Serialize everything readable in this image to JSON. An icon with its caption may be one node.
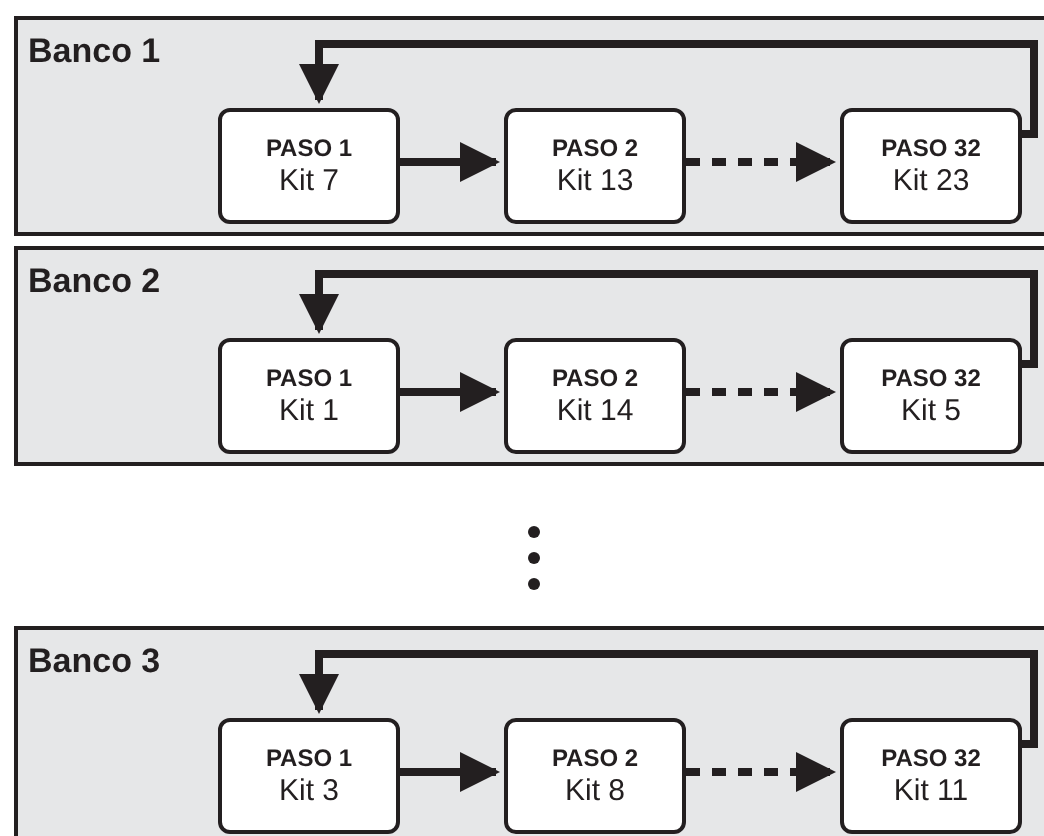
{
  "diagram": {
    "nodes": [
      {
        "text": [
          "Banco 1"
        ]
      },
      {
        "text": [
          "PASO 1",
          "Kit 7"
        ],
        "in": 0
      },
      {
        "text": [
          "PASO 2",
          "Kit 13"
        ],
        "in": 0
      },
      {
        "text": [
          "PASO 32",
          "Kit 23"
        ],
        "in": 0
      },
      {
        "text": [
          "Banco 2"
        ]
      },
      {
        "text": [
          "PASO 1",
          "Kit 1"
        ],
        "in": 4
      },
      {
        "text": [
          "PASO 2",
          "Kit 14"
        ],
        "in": 4
      },
      {
        "text": [
          "PASO 32",
          "Kit 5"
        ],
        "in": 4
      },
      {
        "text": [
          "Banco 3"
        ]
      },
      {
        "text": [
          "PASO 1",
          "Kit 3"
        ],
        "in": 8
      },
      {
        "text": [
          "PASO 2",
          "Kit 8"
        ],
        "in": 8
      },
      {
        "text": [
          "PASO 32",
          "Kit 11"
        ],
        "in": 8
      }
    ],
    "edges": [
      {
        "from": 1,
        "to": 2,
        "arrow": "to"
      },
      {
        "from": 2,
        "to": 3,
        "arrow": "to",
        "style": "dashed"
      },
      {
        "from": 3,
        "to": 1,
        "arrow": "to"
      },
      {
        "from": 5,
        "to": 6,
        "arrow": "to"
      },
      {
        "from": 6,
        "to": 7,
        "arrow": "to",
        "style": "dashed"
      },
      {
        "from": 7,
        "to": 5,
        "arrow": "to"
      },
      {
        "from": 9,
        "to": 10,
        "arrow": "to"
      },
      {
        "from": 10,
        "to": 11,
        "arrow": "to",
        "style": "dashed"
      },
      {
        "from": 11,
        "to": 9,
        "arrow": "to"
      }
    ]
  }
}
